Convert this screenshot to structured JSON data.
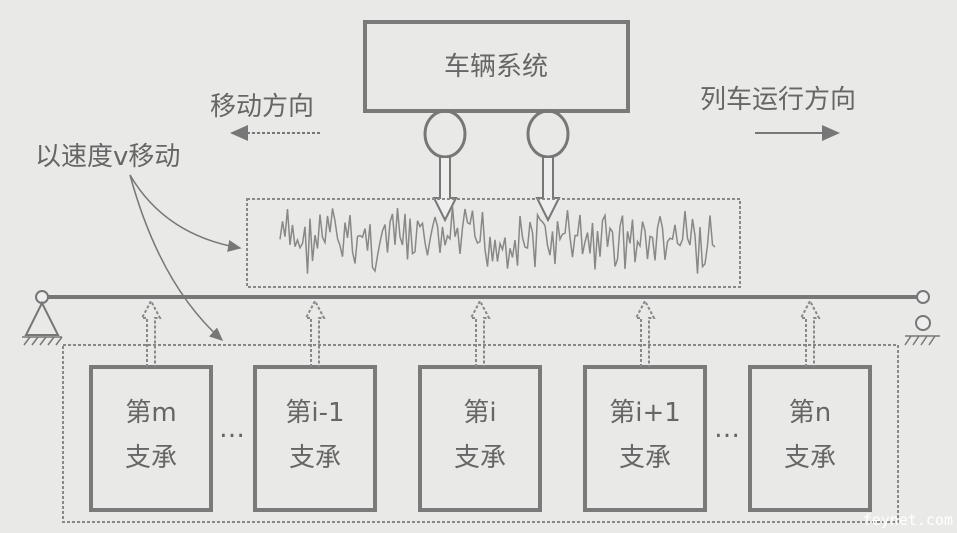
{
  "vehicle_label": "车辆系统",
  "move_direction_label": "移动方向",
  "train_direction_label": "列车运行方向",
  "speed_label": "以速度v移动",
  "supports": [
    {
      "line1": "第m",
      "line2": "支承"
    },
    {
      "line1": "第i-1",
      "line2": "支承"
    },
    {
      "line1": "第i",
      "line2": "支承"
    },
    {
      "line1": "第i+1",
      "line2": "支承"
    },
    {
      "line1": "第n",
      "line2": "支承"
    }
  ],
  "ellipsis": "…",
  "watermark": "feynet.com"
}
